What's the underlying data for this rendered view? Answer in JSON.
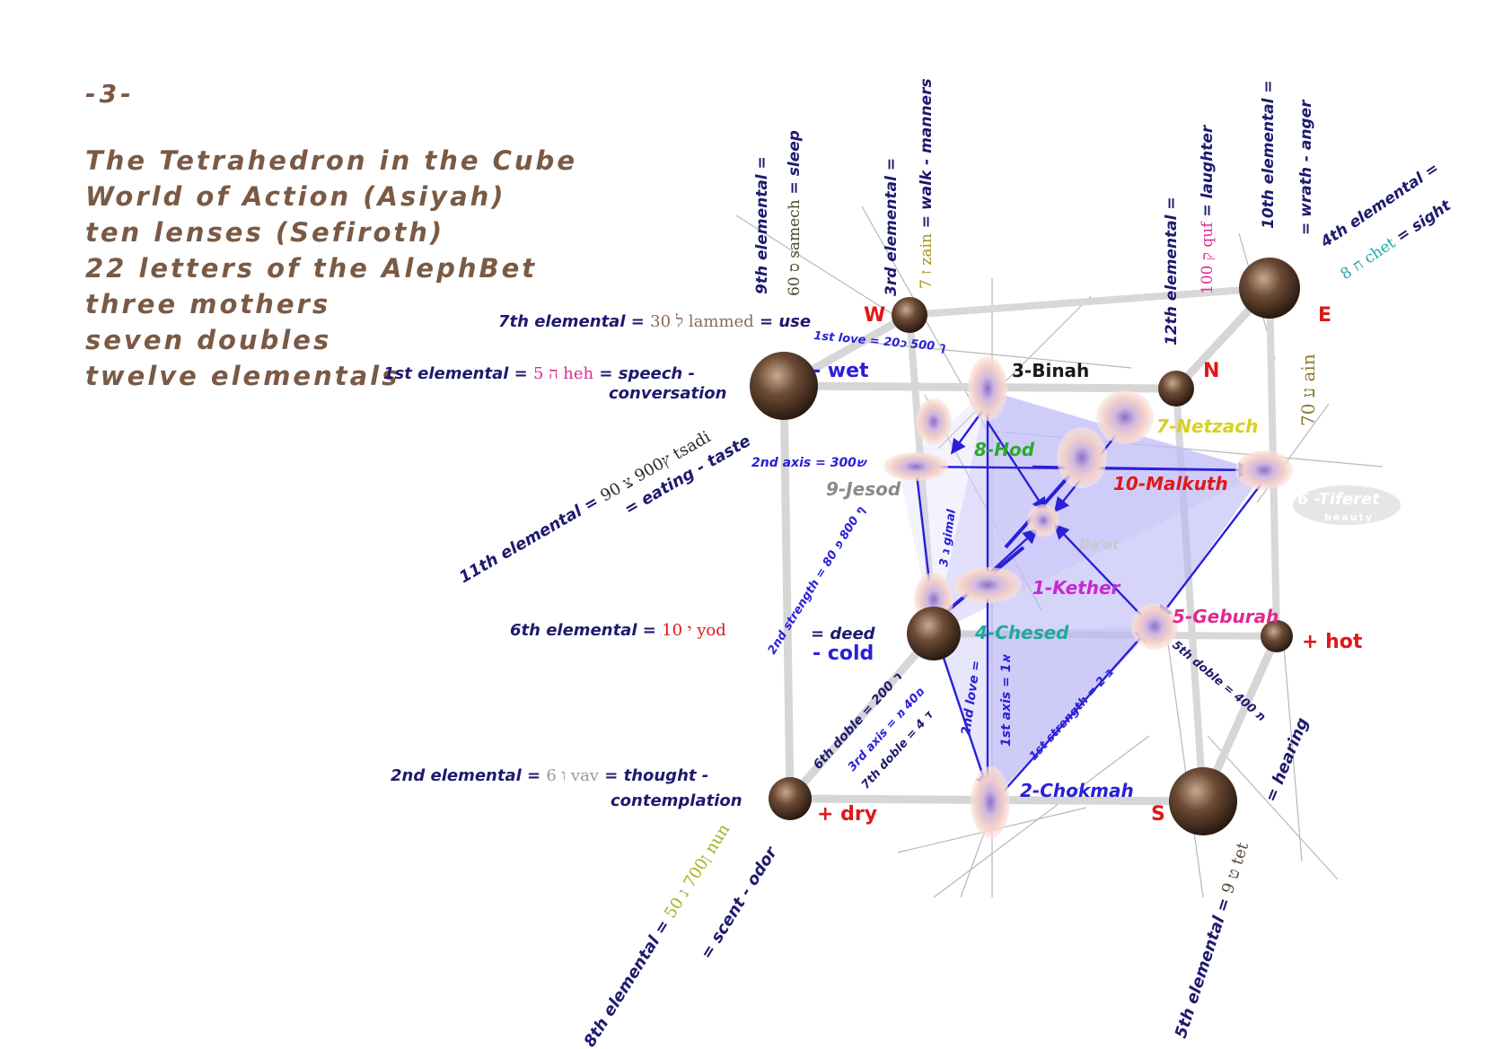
{
  "page_number": "-3-",
  "title_lines": [
    "The Tetrahedron in the Cube",
    "World of Action (Asiyah)",
    "ten lenses (Sefiroth)",
    "22 letters of the AlephBet",
    "three mothers",
    "seven doubles",
    "twelve elementals"
  ],
  "directions": {
    "west": "W",
    "east": "E",
    "north": "N",
    "south": "S"
  },
  "qualities": {
    "wet": "- wet",
    "cold": "- cold",
    "hot": "+ hot",
    "dry": "+ dry"
  },
  "sefiroth": {
    "kether": "1-Kether",
    "chokmah": "2-Chokmah",
    "binah": "3-Binah",
    "chesed": "4-Chesed",
    "geburah": "5-Geburah",
    "tiferet": "6 -Tiferet",
    "tiferet_sub": "beauty",
    "netzach": "7-Netzach",
    "hod": "8-Hod",
    "jesod": "9-Jesod",
    "malkuth": "10-Malkuth",
    "daat": "Da'at"
  },
  "elementals": {
    "e1_a": "1st elemental = ",
    "e1_b": "ה 5 heh",
    "e1_c": " = speech -",
    "e1_d": "conversation",
    "e2_a": "2nd elemental = ",
    "e2_b": "ו 6 vav",
    "e2_c": " = thought -",
    "e2_d": "contemplation",
    "e3_a": "3rd elemental =",
    "e3_b": "ז 7 zain",
    "e3_c": " = walk - manners",
    "e4_a": "4th elemental =",
    "e4_b": "ח 8 chet",
    "e4_c": " = sight",
    "e5_a": "5th elemental = ",
    "e5_b": "ט 9 tet",
    "e6_a": "6th elemental = ",
    "e6_b": "י 10 yod",
    "e6_c": "= deed",
    "e7_a": "7th elemental = ",
    "e7_b": "ל 30 lammed",
    "e7_c": " = use",
    "e8_a": "8th elemental = ",
    "e8_b": "ן700 נ 50 nun",
    "e8_c": "= scent - odor",
    "e9_a": "9th elemental =",
    "e9_b": "ס 60 samech",
    "e9_c": " = sleep",
    "e10_a": "10th elemental =",
    "e10_b": "= wrath - anger",
    "e11_a": "11th elemental = ",
    "e11_b": "ץ900 צ 90 tsadi",
    "e11_c": "= eating - taste",
    "e12_a": "12th elemental =",
    "e12_b": "ק 100 quf",
    "e12_c": " = laughter",
    "ain": "ע 70 ain",
    "hearing": "= hearing"
  },
  "paths": {
    "first_love": "1st love = ך 500 כ20",
    "second_axis": "2nd axis = ש300",
    "second_strength": "2nd strength = ף 800 פ 80",
    "gimal": "ג 3 gimal",
    "second_love": "2nd love =",
    "first_axis": "1st axis = א1",
    "first_strength": "1st strength = ב 2",
    "sixth_doble": "6th doble = ר 200",
    "third_axis": "3rd axis = ם40 מ",
    "seventh_doble": "7th doble = ד 4",
    "fifth_doble": "5th doble = ת 400"
  },
  "colors": {
    "title": "#7a5a45",
    "navy": "#1e1a6e",
    "direction": "#e01818",
    "path_blue": "#2a20d8",
    "tetra_fill": "#b4b0f4",
    "cube_edge": "#d6d6d6"
  }
}
